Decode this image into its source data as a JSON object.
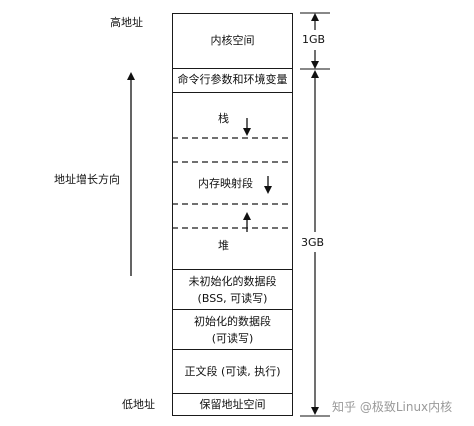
{
  "labels": {
    "high_address": "高地址",
    "low_address": "低地址",
    "growth_direction": "地址增长方向",
    "size_1gb": "1GB",
    "size_3gb": "3GB"
  },
  "segments": {
    "kernel": "内核空间",
    "args_env": "命令行参数和环境变量",
    "stack": "栈",
    "mmap": "内存映射段",
    "heap": "堆",
    "bss_line1": "未初始化的数据段",
    "bss_line2": "(BSS, 可读写)",
    "data_line1": "初始化的数据段",
    "data_line2": "(可读写)",
    "text": "正文段 (可读, 执行)",
    "reserved": "保留地址空间"
  },
  "watermark": {
    "text": "知乎 @极致Linux内核"
  }
}
